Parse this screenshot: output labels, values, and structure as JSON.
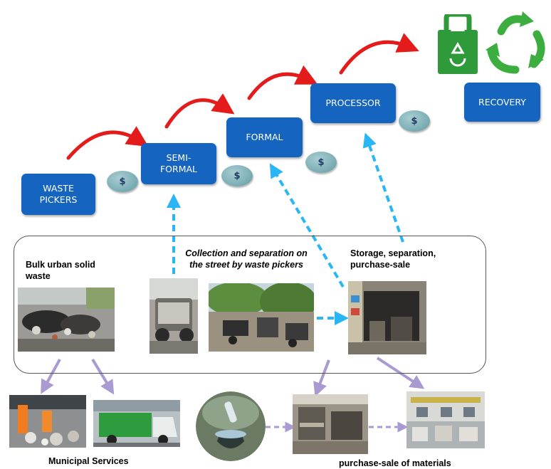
{
  "chain": {
    "waste_pickers": "WASTE\nPICKERS",
    "semi_formal": "SEMI-\nFORMAL",
    "formal": "FORMAL",
    "processor": "PROCESSOR",
    "recovery": "RECOVERY",
    "currency_symbol": "$"
  },
  "labels": {
    "bulk_waste": "Bulk urban solid waste",
    "collection": "Collection and separation on the street by waste pickers",
    "storage": "Storage, separation, purchase-sale",
    "municipal": "Municipal Services",
    "purchase_sale": "purchase-sale of materials"
  },
  "colors": {
    "box": "#1565c0",
    "red_arrow": "#e31b1b",
    "blue_dashed": "#29b6f6",
    "purple_arrow": "#a99bd1",
    "recycle_green": "#3cae3f"
  },
  "icons": [
    "recycling-bin-icon",
    "recycle-arrows-icon"
  ]
}
